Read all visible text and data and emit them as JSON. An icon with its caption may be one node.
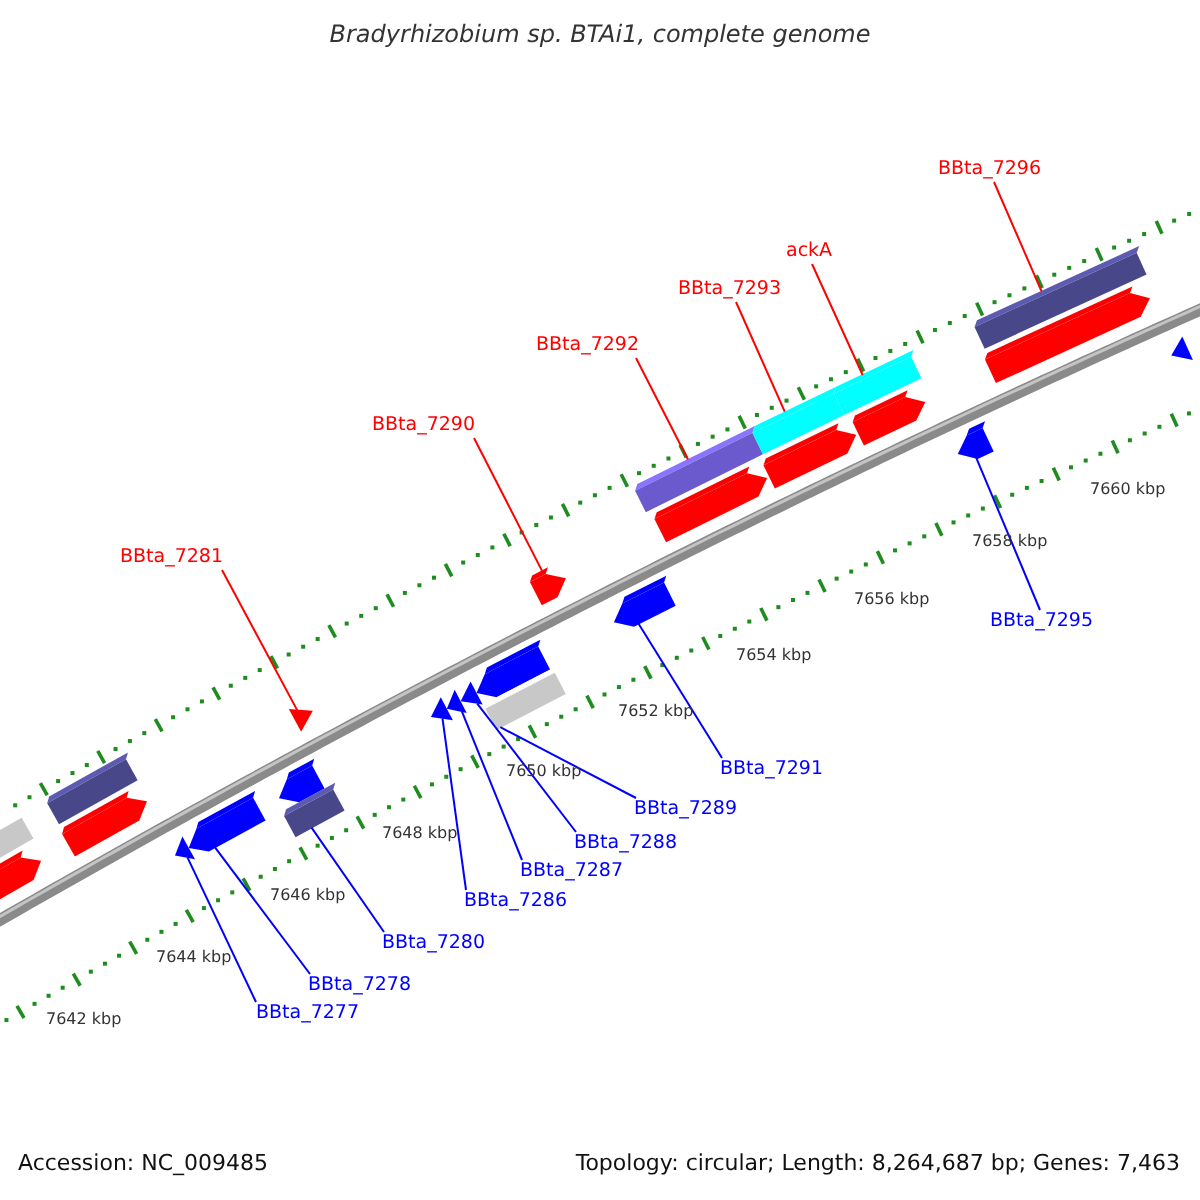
{
  "diagram": {
    "title": "Bradyrhizobium sp. BTAi1, complete genome",
    "nodes": [
      {
        "text": [
          "BBta_7296"
        ]
      },
      {
        "text": [
          "ackA"
        ]
      },
      {
        "text": [
          "BBta_7293"
        ]
      },
      {
        "text": [
          "BBta_7292"
        ]
      },
      {
        "text": [
          "BBta_7290"
        ]
      },
      {
        "text": [
          "BBta_7281"
        ]
      },
      {
        "text": [
          "BBta_7295"
        ]
      },
      {
        "text": [
          "BBta_7291"
        ]
      },
      {
        "text": [
          "BBta_7289"
        ]
      },
      {
        "text": [
          "BBta_7288"
        ]
      },
      {
        "text": [
          "BBta_7287"
        ]
      },
      {
        "text": [
          "BBta_7286"
        ]
      },
      {
        "text": [
          "BBta_7280"
        ]
      },
      {
        "text": [
          "BBta_7278"
        ]
      },
      {
        "text": [
          "BBta_7277"
        ]
      },
      {
        "text": [],
        "shape": "box"
      },
      {
        "text": [],
        "shape": "arrow"
      },
      {
        "text": [],
        "shape": "box"
      },
      {
        "text": [],
        "shape": "arrow"
      },
      {
        "text": [],
        "shape": "triangle"
      },
      {
        "text": [],
        "shape": "arrow"
      },
      {
        "text": [],
        "shape": "arrow"
      },
      {
        "text": [],
        "shape": "box"
      },
      {
        "text": [],
        "shape": "triangle"
      },
      {
        "text": [],
        "shape": "triangle"
      },
      {
        "text": [],
        "shape": "triangle"
      },
      {
        "text": [],
        "shape": "triangle"
      },
      {
        "text": [],
        "shape": "arrow"
      },
      {
        "text": [],
        "shape": "box"
      },
      {
        "text": [],
        "shape": "arrow"
      },
      {
        "text": [],
        "shape": "arrow"
      },
      {
        "text": [],
        "shape": "box"
      },
      {
        "text": [],
        "shape": "arrow"
      },
      {
        "text": [],
        "shape": "box"
      },
      {
        "text": [],
        "shape": "arrow"
      },
      {
        "text": [],
        "shape": "box"
      },
      {
        "text": [],
        "shape": "arrow"
      },
      {
        "text": [],
        "shape": "arrow"
      },
      {
        "text": [],
        "shape": "box"
      },
      {
        "text": [],
        "shape": "arrow"
      },
      {
        "text": [],
        "shape": "triangle"
      }
    ],
    "edges": [
      {
        "from": 0,
        "to": 38,
        "arrow": "none",
        "color": "#ff0000"
      },
      {
        "from": 1,
        "to": 35,
        "arrow": "none",
        "color": "#ff0000"
      },
      {
        "from": 2,
        "to": 33,
        "arrow": "none",
        "color": "#ff0000"
      },
      {
        "from": 3,
        "to": 31,
        "arrow": "none",
        "color": "#ff0000"
      },
      {
        "from": 4,
        "to": 29,
        "arrow": "none",
        "color": "#ff0000"
      },
      {
        "from": 5,
        "to": 23,
        "arrow": "none",
        "color": "#ff0000"
      },
      {
        "from": 6,
        "to": 37,
        "arrow": "none"
      },
      {
        "from": 7,
        "to": 30,
        "arrow": "none"
      },
      {
        "from": 8,
        "to": 28,
        "arrow": "none"
      },
      {
        "from": 9,
        "to": 26,
        "arrow": "none"
      },
      {
        "from": 10,
        "to": 25,
        "arrow": "none"
      },
      {
        "from": 11,
        "to": 24,
        "arrow": "none"
      },
      {
        "from": 12,
        "to": 22,
        "arrow": "none"
      },
      {
        "from": 13,
        "to": 20,
        "arrow": "none"
      },
      {
        "from": 14,
        "to": 19,
        "arrow": "none"
      }
    ],
    "labels": [
      "7642 kbp",
      "7644 kbp",
      "7646 kbp",
      "7648 kbp",
      "7650 kbp",
      "7652 kbp",
      "7654 kbp",
      "7656 kbp",
      "7658 kbp",
      "7660 kbp",
      "Accession: NC_009485",
      "Topology: circular; Length: 8,264,687 bp; Genes: 7,463"
    ]
  }
}
